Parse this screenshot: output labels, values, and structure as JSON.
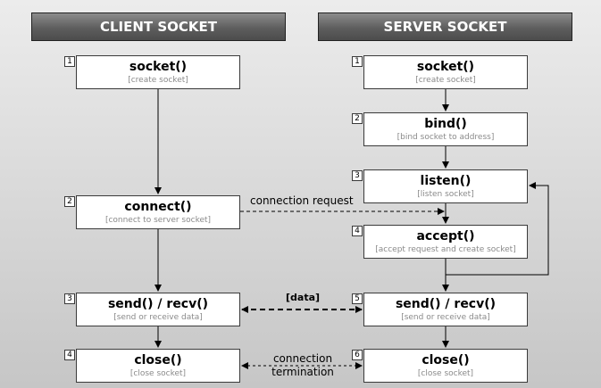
{
  "headers": {
    "client": "CLIENT SOCKET",
    "server": "SERVER SOCKET"
  },
  "client_steps": [
    {
      "num": "1",
      "name": "socket()",
      "desc": "[create socket]"
    },
    {
      "num": "2",
      "name": "connect()",
      "desc": "[connect to server socket]"
    },
    {
      "num": "3",
      "name": "send() / recv()",
      "desc": "[send or receive data]"
    },
    {
      "num": "4",
      "name": "close()",
      "desc": "[close socket]"
    }
  ],
  "server_steps": [
    {
      "num": "1",
      "name": "socket()",
      "desc": "[create socket]"
    },
    {
      "num": "2",
      "name": "bind()",
      "desc": "[bind socket to address]"
    },
    {
      "num": "3",
      "name": "listen()",
      "desc": "[listen socket]"
    },
    {
      "num": "4",
      "name": "accept()",
      "desc": "[accept request and create socket]"
    },
    {
      "num": "5",
      "name": "send() / recv()",
      "desc": "[send or receive data]"
    },
    {
      "num": "6",
      "name": "close()",
      "desc": "[close socket]"
    }
  ],
  "edges": {
    "connection_request": "connection request",
    "data": "[data]",
    "termination_line1": "connection",
    "termination_line2": "termination"
  }
}
